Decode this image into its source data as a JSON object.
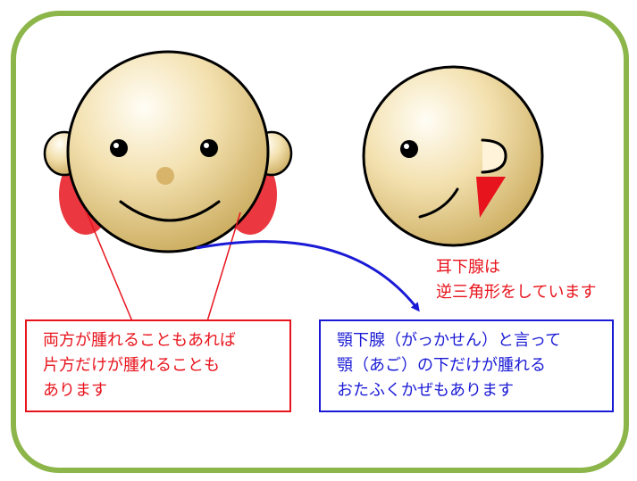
{
  "parotid_note": [
    "耳下腺は",
    "逆三角形をしています"
  ],
  "left_note": [
    "両方が腫れることもあれば",
    "片方だけが腫れることも",
    "あります"
  ],
  "right_note": [
    "顎下腺（がっかせん）と言って",
    "顎（あご）の下だけが腫れる",
    "おたふくかぜもあります"
  ],
  "colors": {
    "frame": "#8cb54a",
    "parotid": "#e8141d",
    "submandibular": "#2d5fd6",
    "skin_light": "#fffaf0",
    "skin_dark": "#c9a95a"
  }
}
